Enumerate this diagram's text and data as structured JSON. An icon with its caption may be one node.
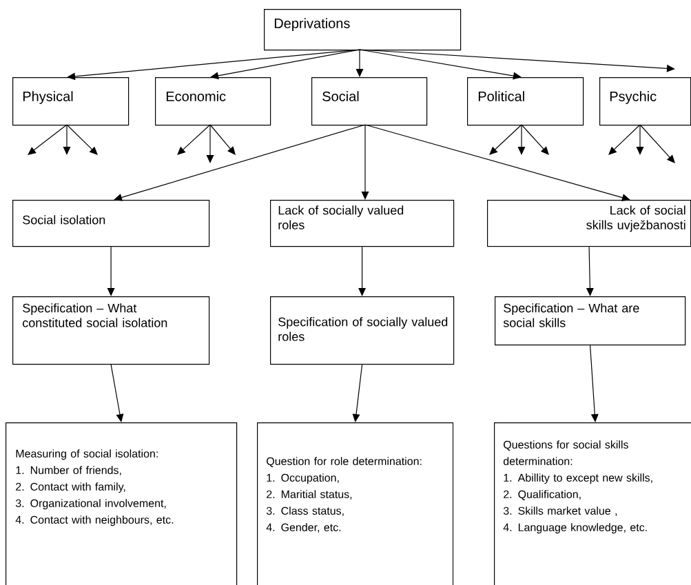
{
  "diagram": {
    "nodes": [
      {
        "text": [
          "Deprivations"
        ]
      },
      {
        "text": [
          "Physical"
        ]
      },
      {
        "text": [
          "Economic"
        ]
      },
      {
        "text": [
          "Social"
        ]
      },
      {
        "text": [
          "Political"
        ]
      },
      {
        "text": [
          "Psychic"
        ]
      },
      {
        "text": [
          "Social isolation"
        ]
      },
      {
        "text": [
          "Lack of socially valued roles"
        ]
      },
      {
        "text": [
          "Lack of social skills uvježbanosti"
        ]
      },
      {
        "text": [
          "Specification – What constituted social isolation"
        ]
      },
      {
        "text": [
          "Specification of socially valued roles"
        ]
      },
      {
        "text": [
          "Specification – What are social skills"
        ]
      },
      {
        "text": [
          "Measuring of social isolation:",
          "1. Number of friends,",
          "2. Contact with family,",
          "3. Organizational involvement,",
          "4. Contact with neighbours, etc."
        ]
      },
      {
        "text": [
          "Question for role determination:",
          "1. Occupation,",
          "2. Maritial status,",
          "3. Class status,",
          "4. Gender, etc."
        ]
      },
      {
        "text": [
          "Questions for social skills determination:",
          "1. Abillity to except new skills,",
          "2. Qualification,",
          "3. Skills market value ,",
          "4. Language knowledge, etc."
        ]
      }
    ],
    "edges": [
      {
        "from": 0,
        "to": 1,
        "arrow": "to"
      },
      {
        "from": 0,
        "to": 2,
        "arrow": "to"
      },
      {
        "from": 0,
        "to": 3,
        "arrow": "to"
      },
      {
        "from": 0,
        "to": 4,
        "arrow": "to"
      },
      {
        "from": 0,
        "to": 5,
        "arrow": "to"
      },
      {
        "from": 1,
        "to": null,
        "arrow": "to"
      },
      {
        "from": 1,
        "to": null,
        "arrow": "to"
      },
      {
        "from": 1,
        "to": null,
        "arrow": "to"
      },
      {
        "from": 2,
        "to": null,
        "arrow": "to"
      },
      {
        "from": 2,
        "to": null,
        "arrow": "to"
      },
      {
        "from": 2,
        "to": null,
        "arrow": "to"
      },
      {
        "from": 4,
        "to": null,
        "arrow": "to"
      },
      {
        "from": 4,
        "to": null,
        "arrow": "to"
      },
      {
        "from": 4,
        "to": null,
        "arrow": "to"
      },
      {
        "from": 5,
        "to": null,
        "arrow": "to"
      },
      {
        "from": 5,
        "to": null,
        "arrow": "to"
      },
      {
        "from": 5,
        "to": null,
        "arrow": "to"
      },
      {
        "from": 3,
        "to": 6,
        "arrow": "to"
      },
      {
        "from": 3,
        "to": 7,
        "arrow": "to"
      },
      {
        "from": 3,
        "to": 8,
        "arrow": "to"
      },
      {
        "from": 6,
        "to": 9,
        "arrow": "to"
      },
      {
        "from": 7,
        "to": 10,
        "arrow": "to"
      },
      {
        "from": 8,
        "to": 11,
        "arrow": "to"
      },
      {
        "from": 9,
        "to": 12,
        "arrow": "to"
      },
      {
        "from": 10,
        "to": 13,
        "arrow": "to"
      },
      {
        "from": 11,
        "to": 14,
        "arrow": "to"
      }
    ]
  }
}
